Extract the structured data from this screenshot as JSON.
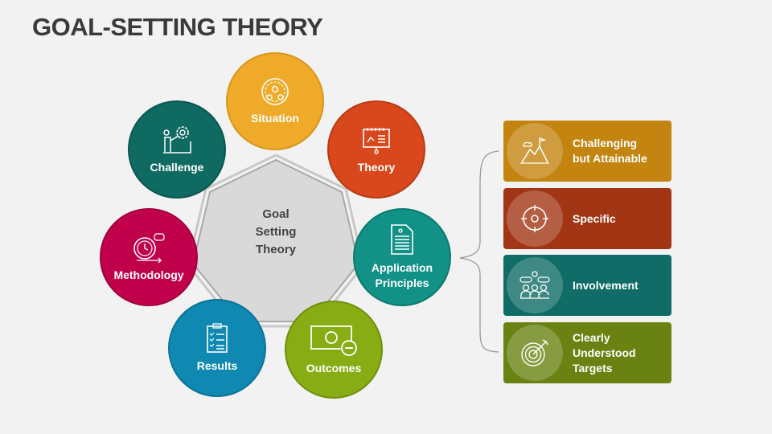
{
  "title": "GOAL-SETTING THEORY",
  "center": {
    "line1": "Goal",
    "line2": "Setting",
    "line3": "Theory"
  },
  "nodes": [
    {
      "label": "Situation",
      "color": "#eeaa28",
      "icon": "gears-team-icon"
    },
    {
      "label": "Theory",
      "color": "#d9481c",
      "icon": "presentation-board-icon"
    },
    {
      "label": "Application",
      "label2": "Principles",
      "color": "#129186",
      "icon": "document-icon"
    },
    {
      "label": "Outcomes",
      "color": "#88ad14",
      "icon": "money-minus-icon"
    },
    {
      "label": "Results",
      "color": "#0f89b2",
      "icon": "checklist-icon"
    },
    {
      "label": "Methodology",
      "color": "#c0004a",
      "icon": "stopwatch-icon"
    },
    {
      "label": "Challenge",
      "color": "#0f6a62",
      "icon": "climber-gear-icon"
    }
  ],
  "principles": [
    {
      "line1": "Challenging",
      "line2": "but Attainable",
      "color": "#c38410",
      "icon": "mountain-flag-icon"
    },
    {
      "line1": "Specific",
      "line2": "",
      "color": "#a23614",
      "icon": "crosshair-icon"
    },
    {
      "line1": "Involvement",
      "line2": "",
      "color": "#0f6c66",
      "icon": "team-icon"
    },
    {
      "line1": "Clearly Understood",
      "line2": "Targets",
      "color": "#6a8212",
      "icon": "target-arrow-icon"
    }
  ]
}
